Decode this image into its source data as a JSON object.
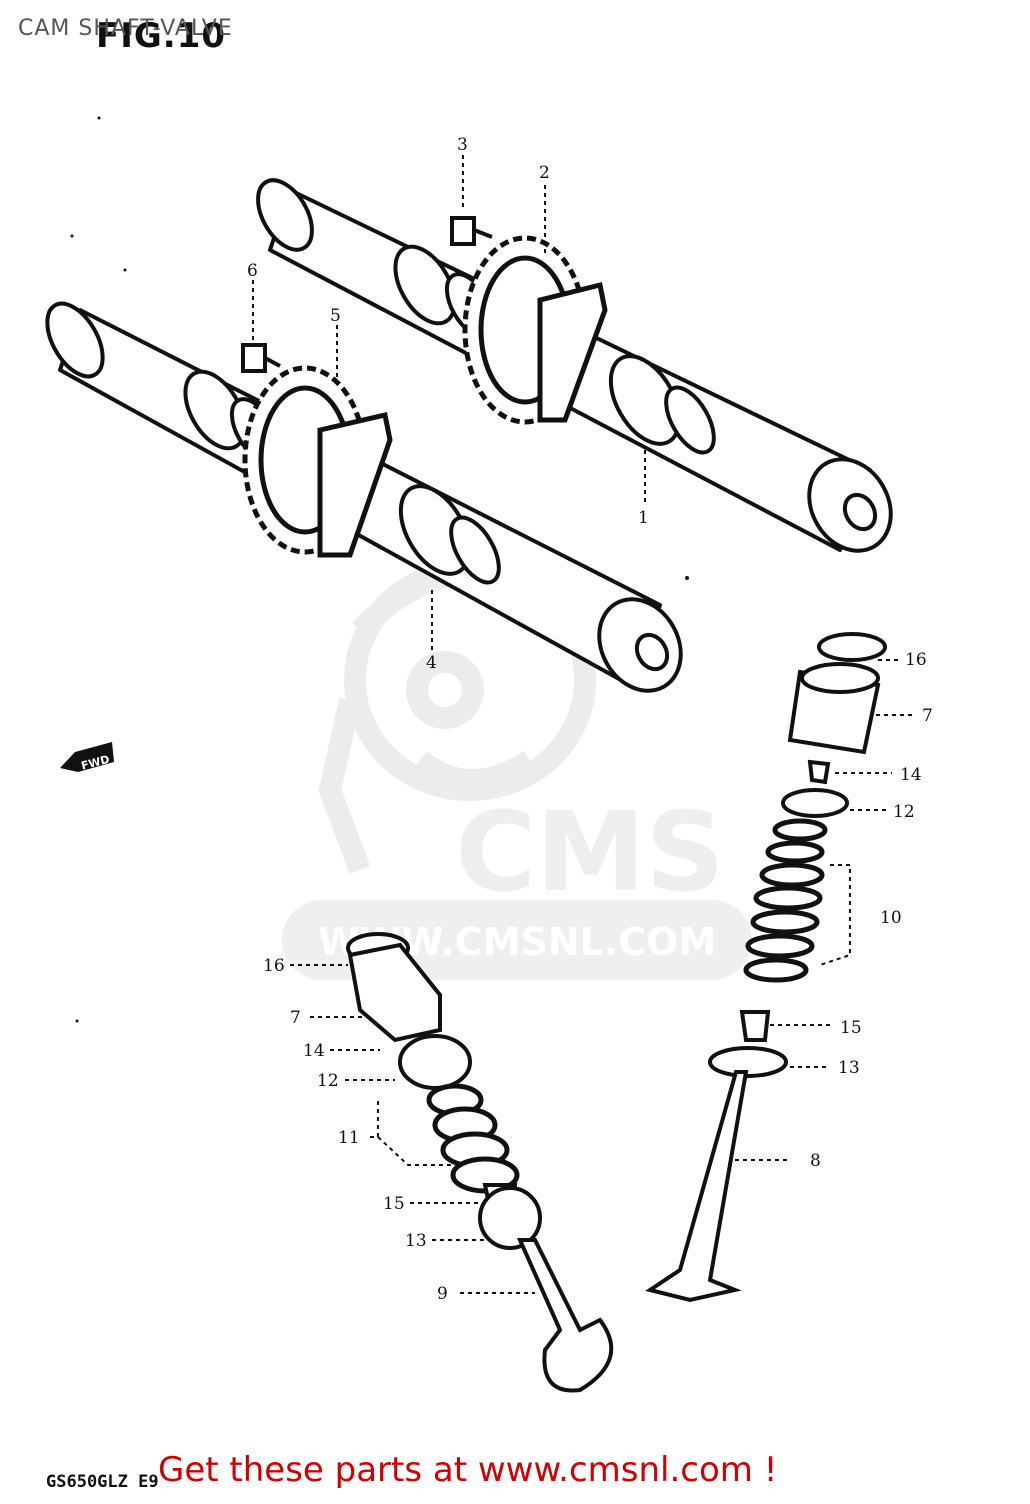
{
  "page_title": "CAM SHAFT-VALVE",
  "figure_number": "FIG.10",
  "model_code": "GS650GLZ E9",
  "footer": "Get these parts at www.cmsnl.com !",
  "watermark": {
    "logo_text": "CMS",
    "url_text": "WWW.CMSNL.COM"
  },
  "direction_marker": "FWD",
  "callouts": [
    {
      "id": "c1",
      "label": "1"
    },
    {
      "id": "c2",
      "label": "2"
    },
    {
      "id": "c3",
      "label": "3"
    },
    {
      "id": "c4",
      "label": "4"
    },
    {
      "id": "c5",
      "label": "5"
    },
    {
      "id": "c6",
      "label": "6"
    },
    {
      "id": "c16a",
      "label": "16"
    },
    {
      "id": "c7a",
      "label": "7"
    },
    {
      "id": "c14a",
      "label": "14"
    },
    {
      "id": "c12a",
      "label": "12"
    },
    {
      "id": "c10",
      "label": "10"
    },
    {
      "id": "c15a",
      "label": "15"
    },
    {
      "id": "c13a",
      "label": "13"
    },
    {
      "id": "c8",
      "label": "8"
    },
    {
      "id": "c16b",
      "label": "16"
    },
    {
      "id": "c7b",
      "label": "7"
    },
    {
      "id": "c14b",
      "label": "14"
    },
    {
      "id": "c12b",
      "label": "12"
    },
    {
      "id": "c11",
      "label": "11"
    },
    {
      "id": "c15b",
      "label": "15"
    },
    {
      "id": "c13b",
      "label": "13"
    },
    {
      "id": "c9",
      "label": "9"
    }
  ],
  "colors": {
    "ink": "#111111",
    "watermark": "#eeeeee",
    "footer": "#d00000",
    "title": "#555555"
  }
}
